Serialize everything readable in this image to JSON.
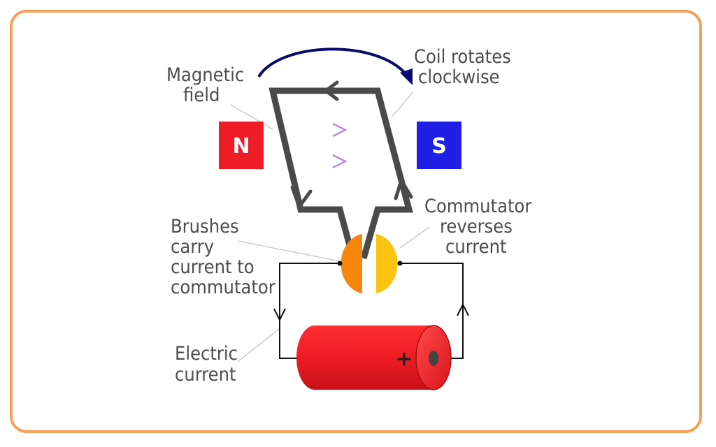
{
  "labels": {
    "magnetic_field_line1": "Magnetic",
    "magnetic_field_line2": "field",
    "coil_rotates_line1": "Coil rotates",
    "coil_rotates_line2": "clockwise",
    "brushes_line1": "Brushes",
    "brushes_line2": "carry",
    "brushes_line3": "current to",
    "brushes_line4": "commutator",
    "commutator_line1": "Commutator",
    "commutator_line2": "reverses",
    "commutator_line3": "current",
    "electric_line1": "Electric",
    "electric_line2": "current"
  },
  "magnets": {
    "north": "N",
    "south": "S",
    "north_color": "#ee1c24",
    "south_color": "#1f1fe8"
  },
  "battery": {
    "terminal": "+",
    "color": "#ee1c24"
  },
  "commutator": {
    "left_color": "#f7860f",
    "right_color": "#fbc413"
  },
  "colors": {
    "frame": "#f5a05a",
    "coil": "#4a4a4a",
    "rotation_arrow": "#0a0a6e",
    "field_lines": "#c8a0e0"
  }
}
